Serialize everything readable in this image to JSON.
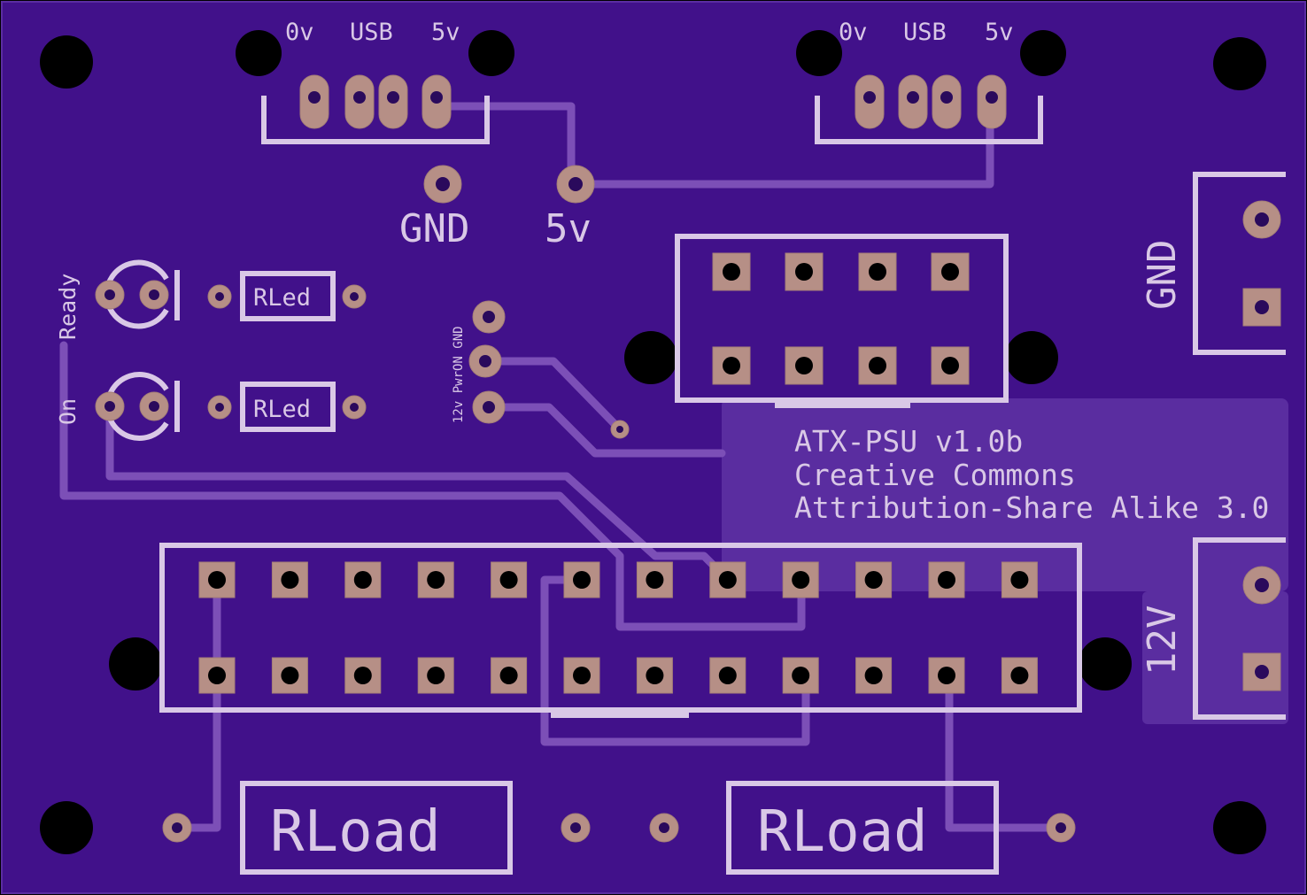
{
  "board": {
    "colors": {
      "substrate": "#41118a",
      "pour": "#5a2da0",
      "trace": "#7c4fb7",
      "silkscreen": "#d9c8e6",
      "copper": "#b68f86",
      "drill": "#000000"
    }
  },
  "usb_left": {
    "label_0v": "0v",
    "label_usb": "USB",
    "label_5v": "5v"
  },
  "usb_right": {
    "label_0v": "0v",
    "label_usb": "USB",
    "label_5v": "5v"
  },
  "test_points": {
    "gnd_label": "GND",
    "v5_label": "5v"
  },
  "leds": {
    "ready_label": "Ready",
    "on_label": "On",
    "rled_label_top": "RLed",
    "rled_label_bottom": "RLed"
  },
  "header3": {
    "label": "12v PwrON GND"
  },
  "info_block": {
    "line1": "ATX-PSU v1.0b",
    "line2": "Creative Commons",
    "line3": "Attribution-Share Alike 3.0"
  },
  "terminals": {
    "gnd_label": "GND",
    "v12_label": "12V"
  },
  "loads": {
    "left_label": "RLoad",
    "right_label": "RLoad"
  }
}
